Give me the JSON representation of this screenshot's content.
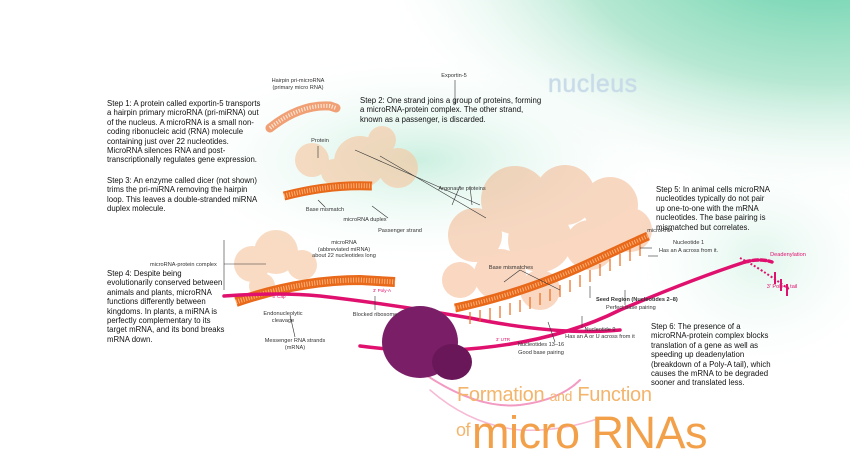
{
  "steps": {
    "step1": "Step 1: A protein called exportin-5 transports a hairpin primary microRNA (pri-miRNA) out of the nucleus. A microRNA is a small non-coding ribonucleic acid (RNA) molecule containing just over 22 nucleotides. MicroRNA silences RNA and post-transcriptionally regulates gene expression.",
    "step2": "Step 2: One strand joins a group of proteins, forming a microRNA-protein complex. The other strand, known as a passenger, is discarded.",
    "step3": "Step 3: An enzyme called dicer (not shown) trims the pri-miRNA removing the hairpin loop. This leaves a double-stranded miRNA duplex molecule.",
    "step4": "Step 4: Despite being evolutionarily conserved between animals and plants, microRNA functions differently between kingdoms. In plants, a miRNA is perfectly complementary to its target mRNA, and its bond breaks mRNA down.",
    "step5": "Step 5: In animal cells microRNA nucleotides typically do not pair up one-to-one with the mRNA nucleotides. The base pairing is mismatched but correlates.",
    "step6": "Step 6: The presence of a microRNA-protein complex blocks translation of a gene as well as speeding up deadenylation (breakdown of a Poly-A tail), which causes the mRNA to be degraded sooner and translated less."
  },
  "labels": {
    "hairpin": "Hairpin pri-microRNA\n(primary micro RNA)",
    "exportin": "Exportin-5",
    "nucleus": "nucleus",
    "protein": "Protein",
    "argonaute": "Argonaute proteins",
    "base_mismatch": "Base mismatch",
    "microrna_duplex": "microRNA duplex",
    "passenger": "Passenger strand",
    "microrna_abbr": "microRNA\n(abbreviated miRNA)\nabout 22 nucleotides long",
    "complex": "microRNA-protein complex",
    "endonucleolytic": "Endonucleolytic\ncleavage",
    "blocked_ribosome": "Blocked ribosome",
    "messenger": "Messenger RNA strands\n(mRNA)",
    "base_mismatches": "Base mismatches",
    "microrna_right": "microRNA",
    "nuc1": "Nucleotide 1",
    "nuc1_sub": "Has an A across from it.",
    "deadenylation": "Deadenylation",
    "polya": "3' Poly-A tail",
    "seed": "Seed Region (Nucleotides 2–8)",
    "seed_sub": "Perfect base pairing",
    "nuc9": "Nucleotide 9",
    "nuc9_sub": "Has an A or U across from it",
    "nuc1316": "Nucleotides 13–16",
    "nuc1316_sub": "Good base pairing",
    "five_cap": "5' Cap",
    "polya_left": "3' Poly-A",
    "utr": "3' UTR"
  },
  "title": {
    "formation": "Formation",
    "and": "and",
    "function": "Function",
    "of": "of",
    "main": "micro RNAs"
  },
  "colors": {
    "orange": "#f07a1c",
    "pink": "#e0116e",
    "purple": "#7a1f67",
    "peach": "#f6c7a0",
    "mint": "#bfe8d5"
  }
}
